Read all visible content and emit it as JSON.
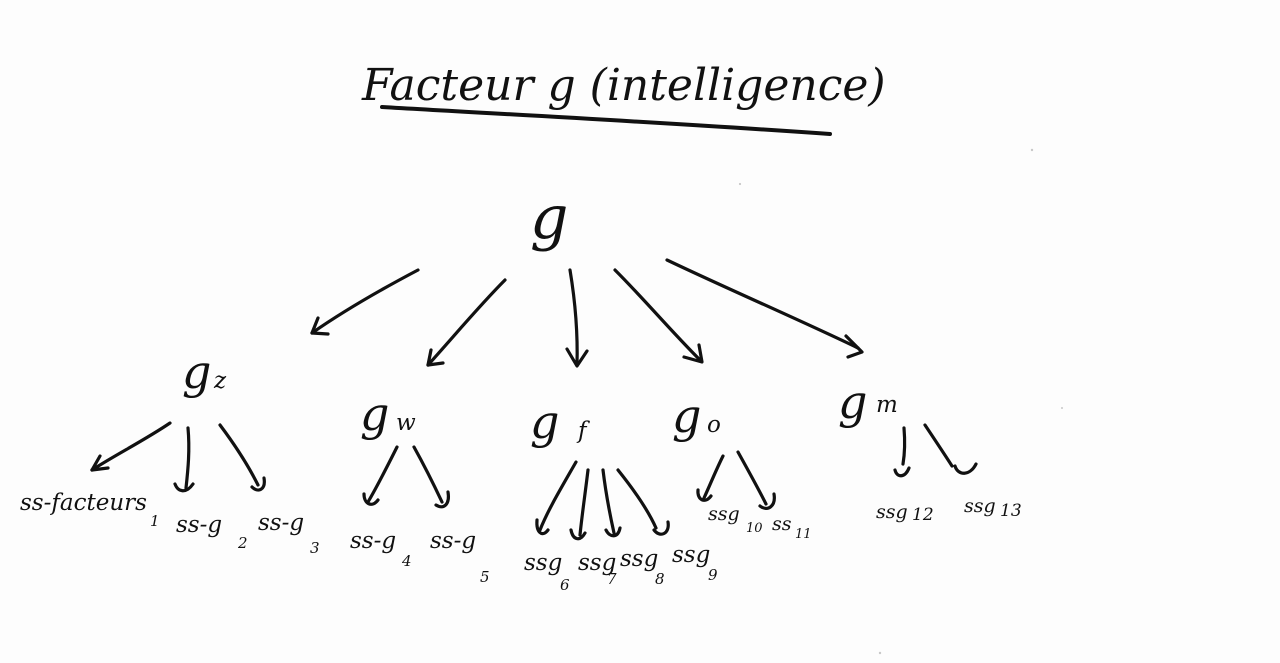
{
  "title": "Facteur g (intelligence)",
  "root": "g",
  "factors": [
    {
      "id": "gr",
      "label": "g",
      "sub": "z"
    },
    {
      "id": "gw",
      "label": "g",
      "sub": "w"
    },
    {
      "id": "gf",
      "label": "g",
      "sub": "f"
    },
    {
      "id": "go",
      "label": "g",
      "sub": "o"
    },
    {
      "id": "gm",
      "label": "g",
      "sub": "m"
    }
  ],
  "subfactors": {
    "gr": [
      {
        "text": "ss-facteurs",
        "index": "1"
      },
      {
        "text": "ss-g",
        "index": "2"
      },
      {
        "text": "ss-g",
        "index": "3"
      }
    ],
    "gw": [
      {
        "text": "ss-g",
        "index": "4"
      },
      {
        "text": "ss-g",
        "index": "5"
      }
    ],
    "gf": [
      {
        "text": "ssg",
        "index": "6"
      },
      {
        "text": "ssg",
        "index": "7"
      },
      {
        "text": "ssg",
        "index": "8"
      },
      {
        "text": "ssg",
        "index": "9"
      }
    ],
    "go": [
      {
        "text": "ssg",
        "index": "10"
      },
      {
        "text": "ss",
        "index": "11"
      }
    ],
    "gm": [
      {
        "text": "ssg",
        "index": "12"
      },
      {
        "text": "ssg",
        "index": "13"
      }
    ]
  },
  "colors": {
    "ink": "#111111",
    "paper": "#fdfdfd"
  }
}
